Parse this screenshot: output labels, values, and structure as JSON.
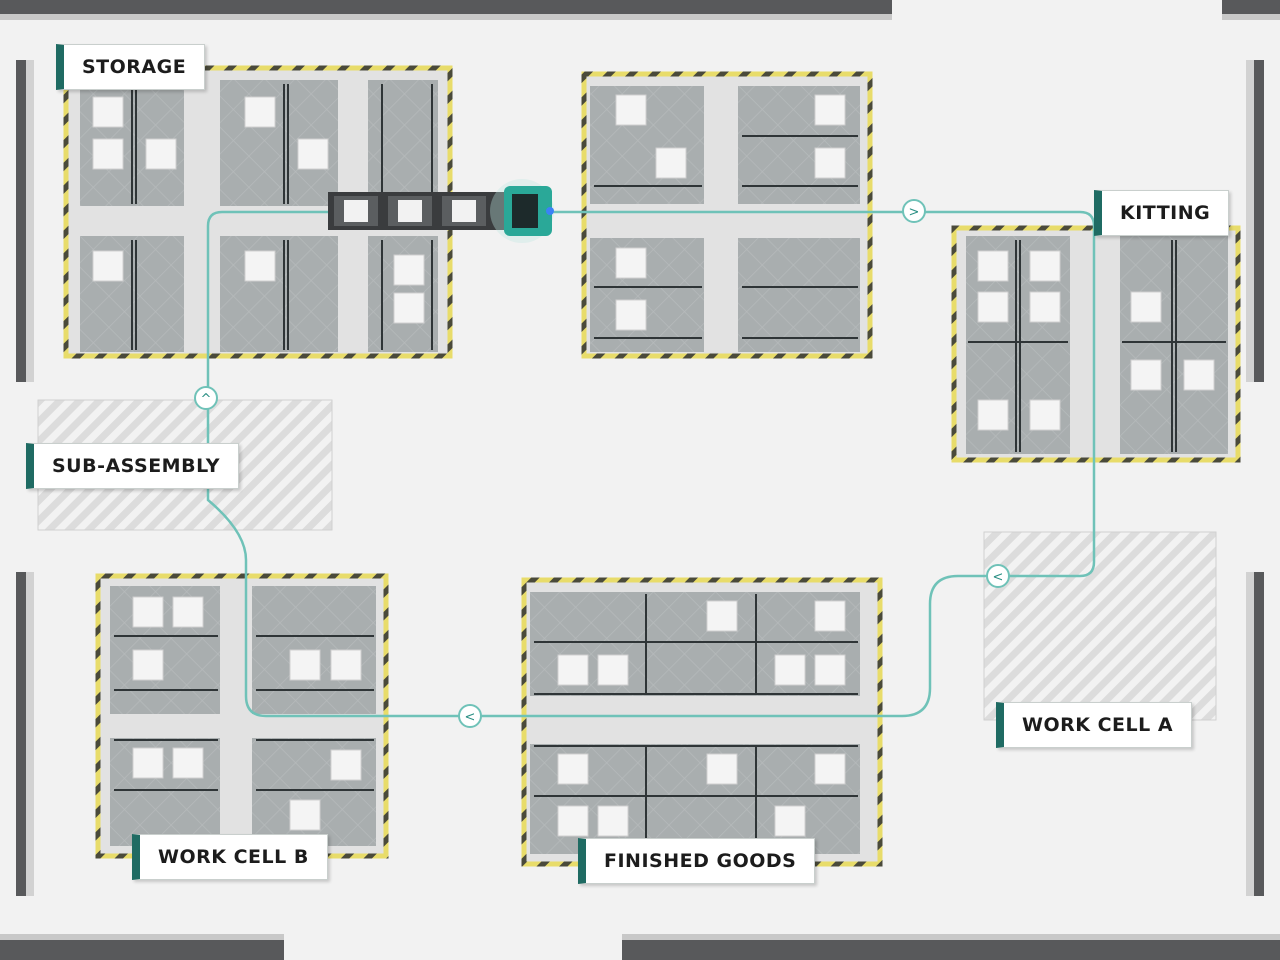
{
  "zones": {
    "storage": "STORAGE",
    "kitting": "KITTING",
    "sub_assembly": "SUB-ASSEMBLY",
    "work_cell_a": "WORK CELL A",
    "work_cell_b": "WORK CELL B",
    "finished_goods": "FINISHED GOODS"
  },
  "route_markers": [
    {
      "name": "route-marker-east",
      "glyph": ">"
    },
    {
      "name": "route-marker-north",
      "glyph": "^"
    },
    {
      "name": "route-marker-west-a",
      "glyph": "<"
    },
    {
      "name": "route-marker-west-b",
      "glyph": "<"
    }
  ],
  "colors": {
    "floor": "#f2f2f2",
    "wall": "#58595b",
    "rack": "#a8adae",
    "hazard_yellow": "#e8dc6a",
    "route": "#6fc2b8",
    "accent": "#1f6b63",
    "robot": "#2aa898"
  },
  "icons": {
    "robot": "amr-robot-icon",
    "cart": "cart-icon",
    "marker": "direction-arrow-icon"
  }
}
